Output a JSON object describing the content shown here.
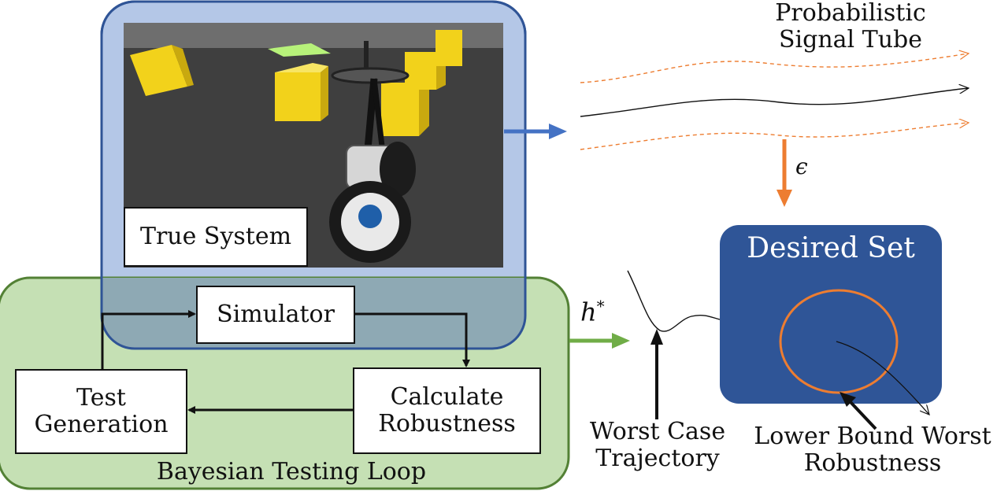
{
  "true_system": {
    "label": "True System"
  },
  "bayesian_loop": {
    "title": "Bayesian Testing Loop",
    "simulator": "Simulator",
    "test_generation": "Test Generation",
    "calculate_robustness": "Calculate Robustness"
  },
  "signal_tube": {
    "title": "Probabilistic Signal Tube"
  },
  "epsilon_label": "ϵ",
  "desired_set": {
    "title": "Desired Set"
  },
  "h_star": {
    "base": "h",
    "sup": "*"
  },
  "worst_case_trajectory": "Worst Case Trajectory",
  "lower_bound": "Lower Bound Worst Robustness",
  "colors": {
    "true_system_fill": "#b4c7e7",
    "true_system_stroke": "#2f5496",
    "loop_fill": "#c5e0b4",
    "loop_stroke": "#538135",
    "overlap_fill": "#8ea9b4",
    "desired_set_fill": "#2f5597",
    "blue_arrow": "#4472c4",
    "green_arrow": "#70ad47",
    "orange": "#ed7d31"
  }
}
